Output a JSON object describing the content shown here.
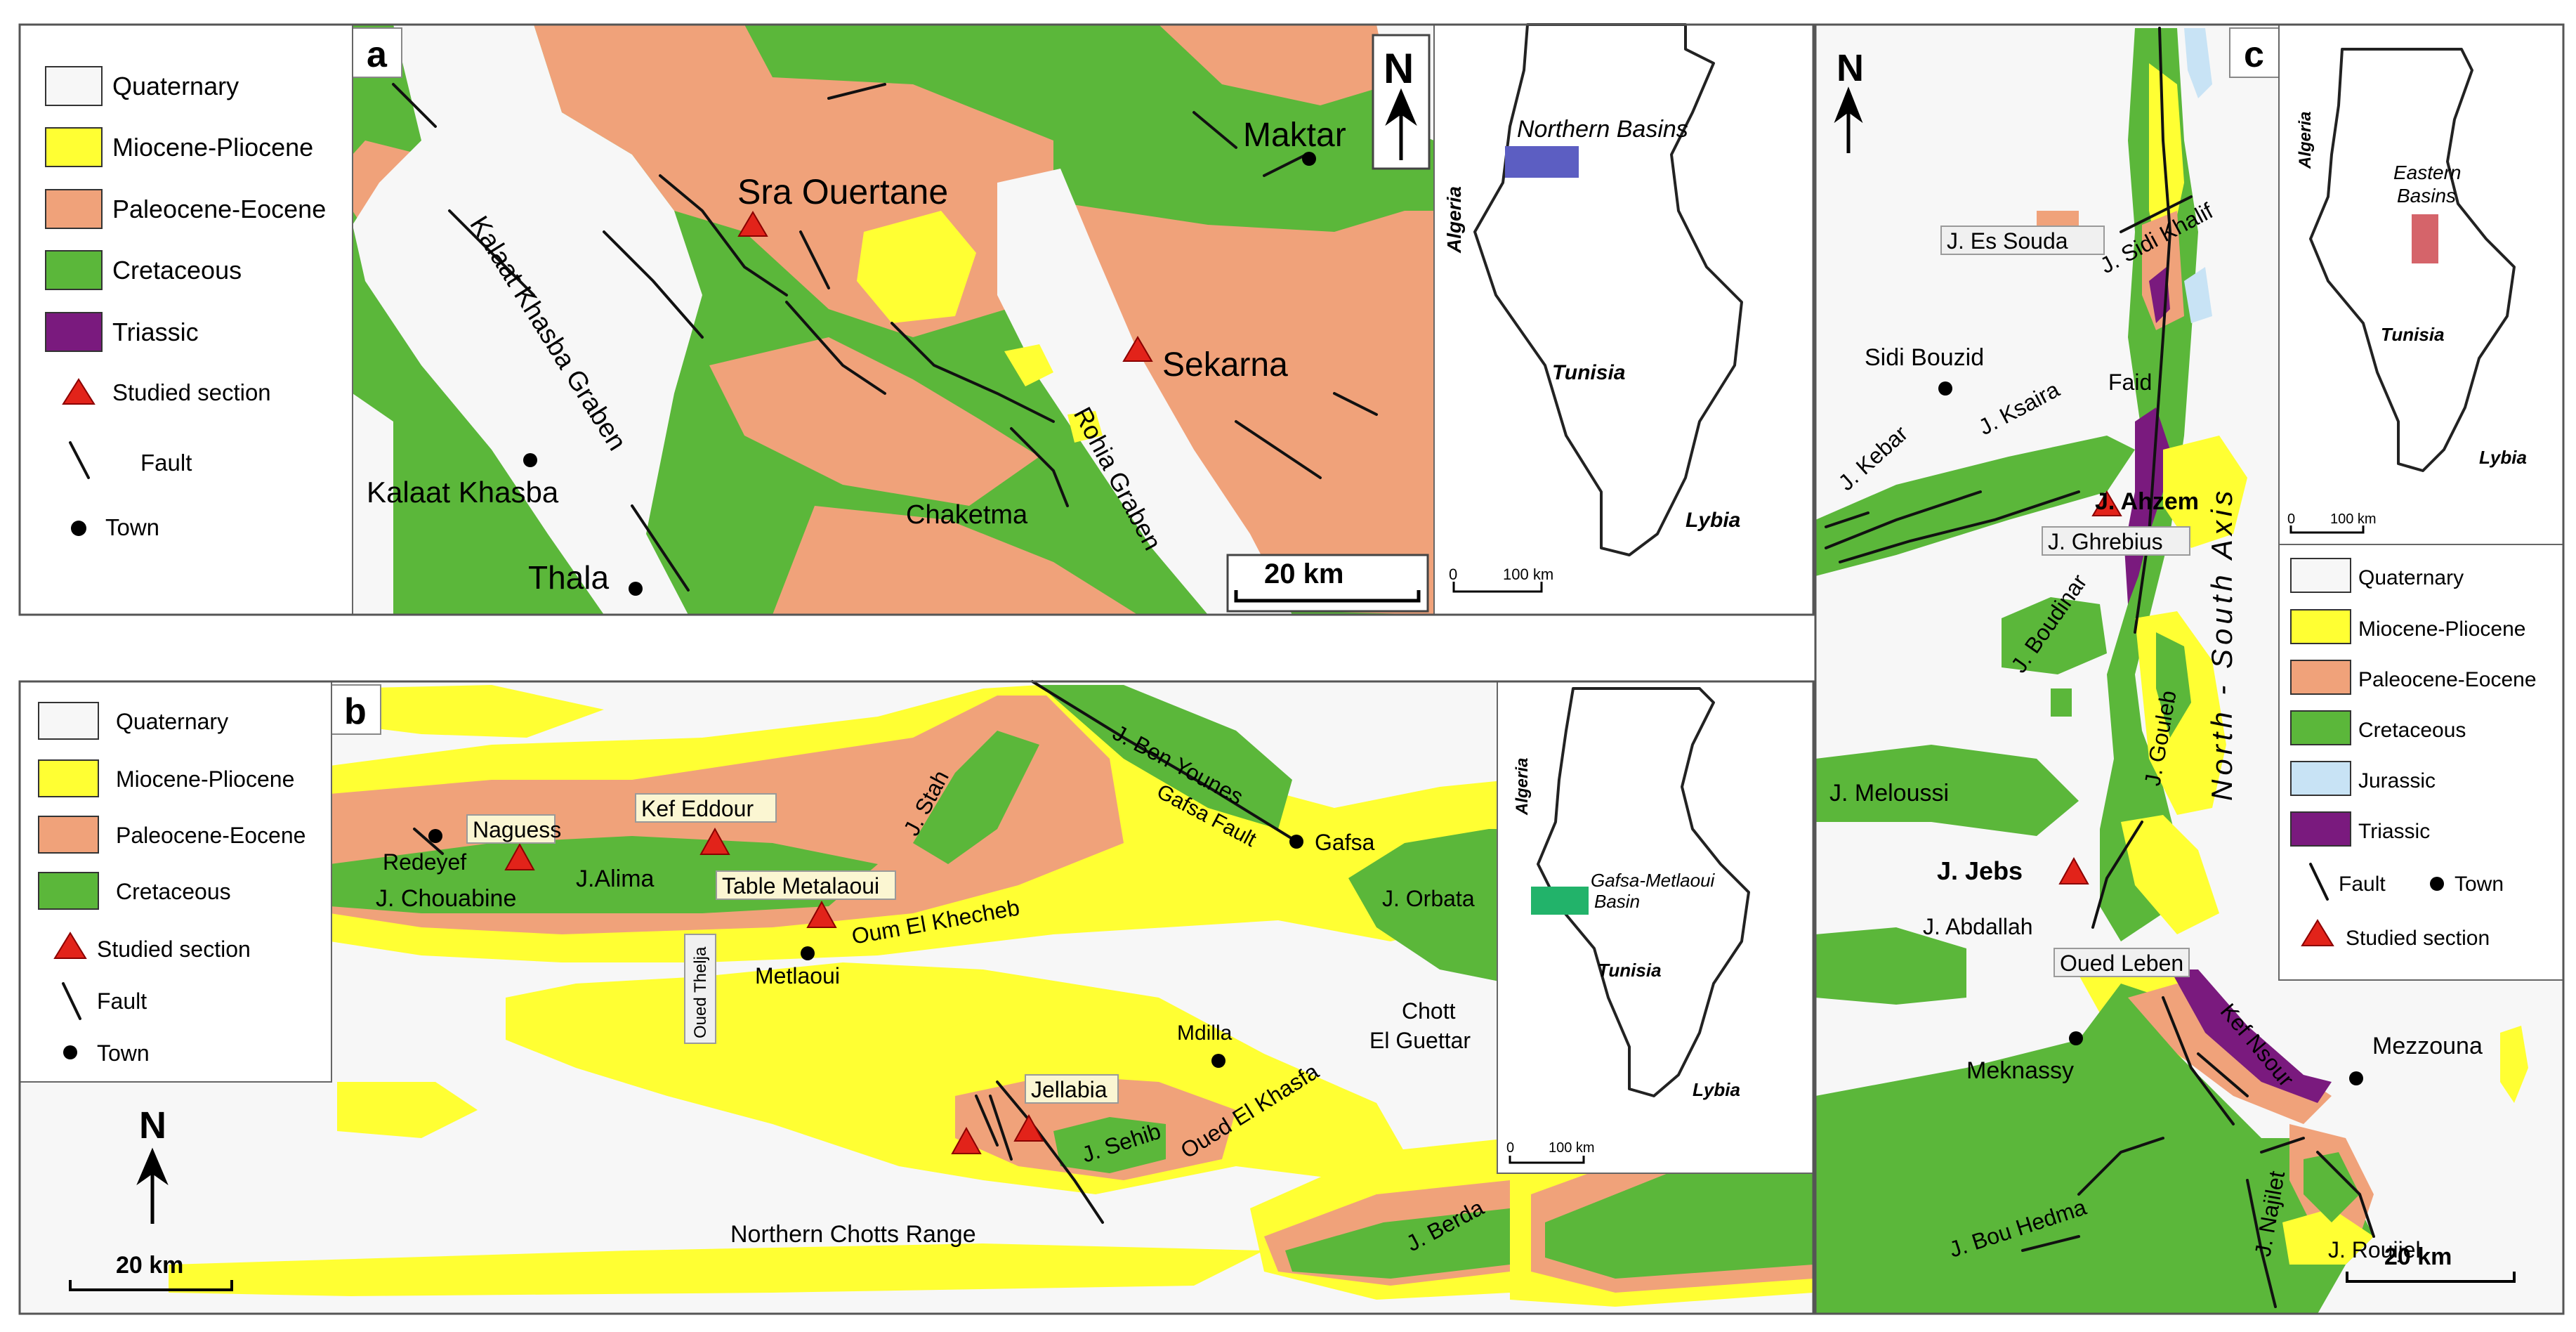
{
  "colors": {
    "quaternary": "#f7f7f7",
    "miocene_pliocene": "#ffff33",
    "paleocene_eocene": "#f0a27a",
    "cretaceous": "#5bb73a",
    "jurassic": "#c8e3f5",
    "triassic": "#7a1a7e",
    "studied_section": "#e2231a",
    "northern_basins": "#5c5ec2",
    "gafsa_basin": "#22b36a",
    "eastern_basins": "#d5646a"
  },
  "legend_items": {
    "quaternary": "Quaternary",
    "miocene_pliocene": "Miocene-Pliocene",
    "paleocene_eocene": "Paleocene-Eocene",
    "cretaceous": "Cretaceous",
    "jurassic": "Jurassic",
    "triassic": "Triassic",
    "studied_section": "Studied section",
    "fault": "Fault",
    "town": "Town"
  },
  "panel_a": {
    "label": "a",
    "north": "N",
    "scale_bar": "20 km",
    "places": {
      "maktar": "Maktar",
      "sra_ouertane": "Sra Ouertane",
      "sekarna": "Sekarna",
      "kalaat_khasba": "Kalaat Khasba",
      "thala": "Thala",
      "chaketma": "Chaketma",
      "kalaat_khasba_graben": "Kalaat Khasba Graben",
      "rohia_graben": "Rohia Graben"
    },
    "inset": {
      "algeria": "Algeria",
      "tunisia": "Tunisia",
      "lybia": "Lybia",
      "basin": "Northern Basins",
      "scale": "100 km",
      "zero": "0"
    }
  },
  "panel_b": {
    "label": "b",
    "north": "N",
    "scale_bar": "20 km",
    "places": {
      "redeyef": "Redeyef",
      "naguess": "Naguess",
      "kef_eddour": "Kef Eddour",
      "j_alima": "J.Alima",
      "j_chouabine": "J. Chouabine",
      "table_metalaoui": "Table Metalaoui",
      "oum_el_khecheb": "Oum El Khecheb",
      "metlaoui": "Metlaoui",
      "oued_thelja": "Oued Thelja",
      "j_stah": "J. Stah",
      "j_ben_younes": "J. Ben Younes",
      "gafsa_fault": "Gafsa Fault",
      "gafsa": "Gafsa",
      "j_orbata": "J. Orbata",
      "mdilla": "Mdilla",
      "chott": "Chott",
      "el_guettar": "El Guettar",
      "jellabia": "Jellabia",
      "j_sehib": "J. Sehib",
      "oued_el_khasfa": "Oued El Khasfa",
      "northern_chotts_range": "Northern Chotts Range",
      "j_berda": "J. Berda"
    },
    "inset": {
      "algeria": "Algeria",
      "tunisia": "Tunisia",
      "lybia": "Lybia",
      "basin_line1": "Gafsa-Metlaoui",
      "basin_line2": "Basin",
      "scale": "100 km",
      "zero": "0"
    }
  },
  "panel_c": {
    "label": "c",
    "north": "N",
    "scale_bar": "20 km",
    "axis": "North - South Axis",
    "places": {
      "j_es_souda": "J. Es Souda",
      "j_sidi_khalif": "J. Sidi Khalif",
      "sidi_bouzid": "Sidi Bouzid",
      "faid": "Faid",
      "j_ksaira": "J. Ksaira",
      "j_kebar": "J. Kebar",
      "j_ahzem": "J. Ahzem",
      "j_ghrebius": "J. Ghrebius",
      "j_boudinar": "J. Boudinar",
      "j_gouleb": "J. Gouleb",
      "j_meloussi": "J. Meloussi",
      "j_jebs": "J. Jebs",
      "j_abdallah": "J. Abdallah",
      "oued_leben": "Oued Leben",
      "kef_nsour": "Kef Nsour",
      "meknassy": "Meknassy",
      "mezzouna": "Mezzouna",
      "j_bou_hedma": "J. Bou Hedma",
      "j_najilet": "J. Najilet",
      "j_rouijel": "J. Rouijel"
    },
    "inset": {
      "algeria": "Algeria",
      "tunisia": "Tunisia",
      "lybia": "Lybia",
      "basin_line1": "Eastern",
      "basin_line2": "Basins",
      "scale": "100 km",
      "zero": "0"
    }
  }
}
